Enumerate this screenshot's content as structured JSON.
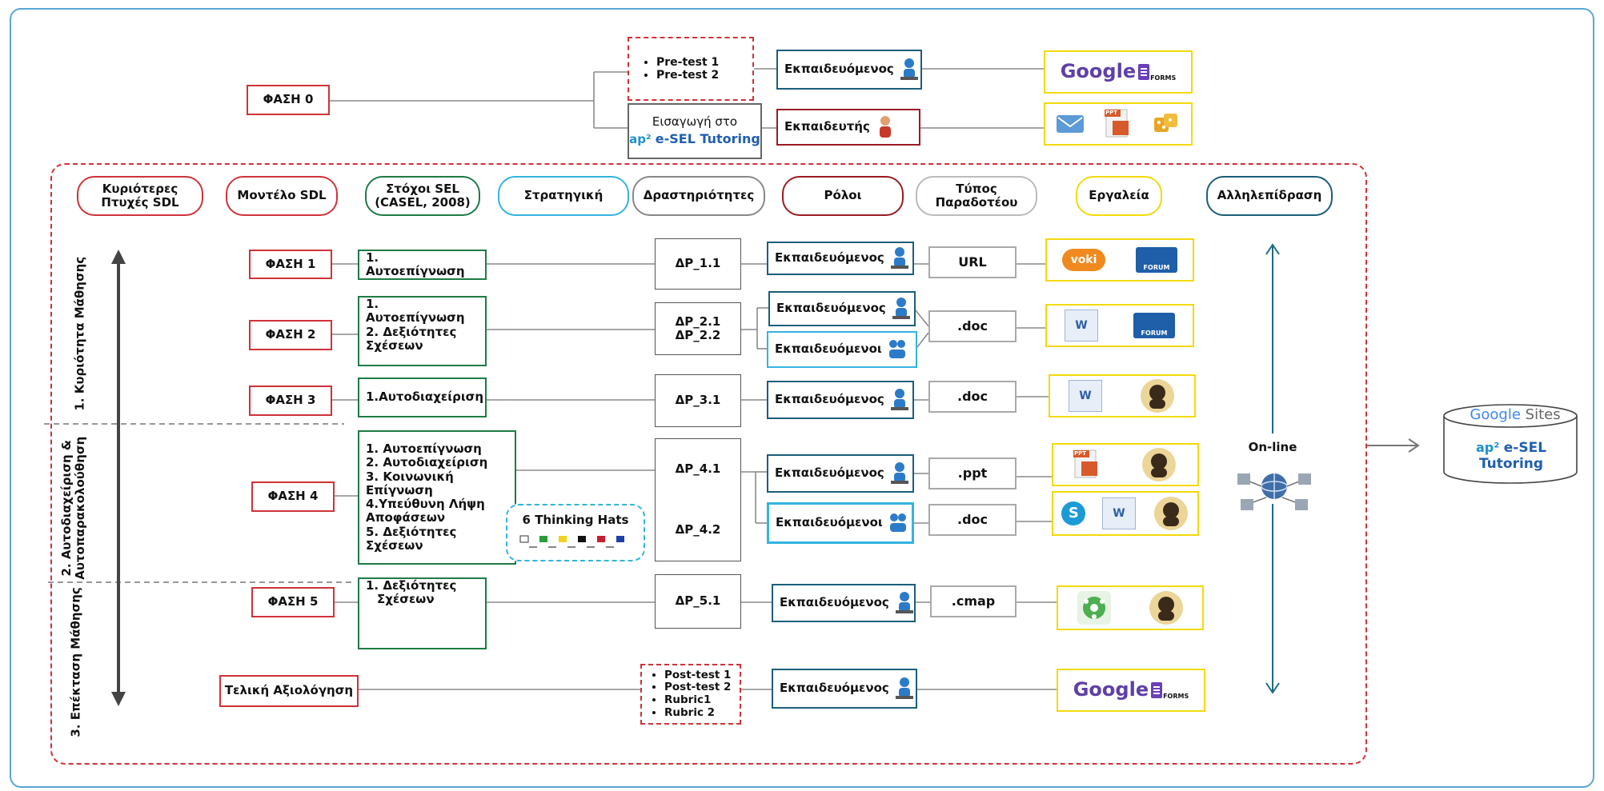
{
  "phase0": {
    "label": "ΦΑΣΗ 0",
    "tests": [
      "Pre-test 1",
      "Pre-test 2"
    ],
    "intro_label": "Εισαγωγή στο",
    "intro_logo": "e-SEL Tutoring",
    "role_learner": "Εκπαιδευόμενος",
    "role_teacher": "Εκπαιδευτής",
    "tool_google": "Google",
    "tool_forms": "FORMS",
    "tool_ppt": "PPT"
  },
  "headers": {
    "aspects": "Κυριότερες Πτυχές SDL",
    "model": "Μοντέλο SDL",
    "goals": "Στόχοι SEL (CASEL, 2008)",
    "strategy": "Στρατηγική",
    "activities": "Δραστηριότητες",
    "roles": "Ρόλοι",
    "deliverable": "Τύπος Παραδοτέου",
    "tools": "Εργαλεία",
    "interaction": "Αλληλεπίδραση"
  },
  "aspects": [
    "1. Κυριότητα Μάθησης",
    "2. Αυτοδιαχείριση & Αυτοπαρακολούθηση",
    "3. Επέκταση Μάθησης"
  ],
  "phases": [
    {
      "label": "ΦΑΣΗ 1",
      "goals": [
        "1. Αυτοεπίγνωση"
      ],
      "activities": [
        "ΔΡ_1.1"
      ],
      "roles": [
        "Εκπαιδευόμενος"
      ],
      "deliverables": [
        "URL"
      ],
      "tools": [
        "voki",
        "FORUM"
      ]
    },
    {
      "label": "ΦΑΣΗ 2",
      "goals": [
        "1. Αυτοεπίγνωση",
        "2. Δεξιότητες",
        "Σχέσεων"
      ],
      "activities": [
        "ΔΡ_2.1",
        "ΔΡ_2.2"
      ],
      "roles": [
        "Εκπαιδευόμενος",
        "Εκπαιδευόμενοι"
      ],
      "deliverables": [
        ".doc"
      ],
      "tools": [
        "W",
        "FORUM"
      ]
    },
    {
      "label": "ΦΑΣΗ 3",
      "goals": [
        "1.Αυτοδιαχείριση"
      ],
      "activities": [
        "ΔΡ_3.1"
      ],
      "roles": [
        "Εκπαιδευόμενος"
      ],
      "deliverables": [
        ".doc"
      ],
      "tools": [
        "W"
      ]
    },
    {
      "label": "ΦΑΣΗ 4",
      "goals": [
        "1. Αυτοεπίγνωση",
        "2. Αυτοδιαχείριση",
        "3. Κοινωνική",
        "Επίγνωση",
        "4.Υπεύθυνη Λήψη",
        "Αποφάσεων",
        "5. Δεξιότητες",
        "Σχέσεων"
      ],
      "activities": [
        "ΔΡ_4.1",
        "ΔΡ_4.2"
      ],
      "roles": [
        "Εκπαιδευόμενος",
        "Εκπαιδευόμενοι"
      ],
      "deliverables": [
        ".ppt",
        ".doc"
      ],
      "tools": [
        "PPT",
        "S",
        "W"
      ]
    },
    {
      "label": "ΦΑΣΗ 5",
      "goals": [
        "1. Δεξιότητες",
        "Σχέσεων"
      ],
      "activities": [
        "ΔΡ_5.1"
      ],
      "roles": [
        "Εκπαιδευόμενος"
      ],
      "deliverables": [
        ".cmap"
      ],
      "tools": [
        "cmap"
      ]
    }
  ],
  "strategy": {
    "title": "6 Thinking Hats"
  },
  "final": {
    "label": "Τελική Αξιολόγηση",
    "tests": [
      "Post-test 1",
      "Post-test 2",
      "Rubric1",
      "Rubric 2"
    ],
    "role": "Εκπαιδευόμενος"
  },
  "interaction": {
    "label": "On-line"
  },
  "output": {
    "sites_google": "Google",
    "sites_word": "Sites",
    "logo": "e-SEL Tutoring",
    "logo_prefix": "ap²"
  },
  "colors": {
    "phase_red": "#d0323a",
    "goal_green": "#1f7a45",
    "role_blue": "#1b5e7a",
    "role_light_blue": "#34b4e0",
    "tool_yellow": "#f4d90a",
    "frame_blue": "#5aa6d6"
  },
  "icons": [
    "learner-icon",
    "learners-icon",
    "teacher-icon",
    "google-forms-icon",
    "email-icon",
    "ppt-icon",
    "dice-icon",
    "voki-icon",
    "forum-icon",
    "word-doc-icon",
    "philosopher-icon",
    "skype-icon",
    "cmap-icon",
    "network-globe-icon",
    "database-cylinder-icon"
  ]
}
